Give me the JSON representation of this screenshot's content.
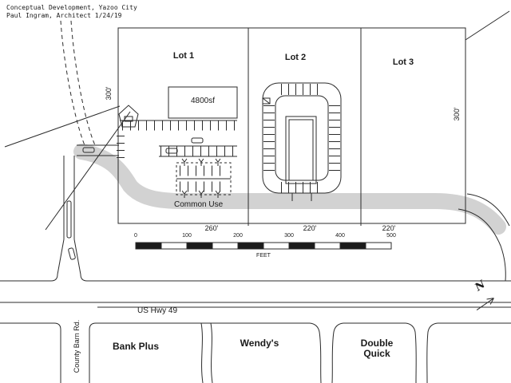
{
  "drawing": {
    "title_line1": "Conceptual Development, Yazoo City",
    "title_line2": "Paul Ingram, Architect  1/24/19"
  },
  "lots": {
    "lot1_label": "Lot 1",
    "lot2_label": "Lot 2",
    "lot3_label": "Lot 3",
    "lot1_width": "260'",
    "lot2_width": "220'",
    "lot3_width": "220'",
    "depth_left": "300'",
    "depth_right": "300'"
  },
  "building_label": "4800sf",
  "common_use_label": "Common Use",
  "scale_bar": {
    "ticks": [
      "0",
      "100",
      "200",
      "300",
      "400",
      "500"
    ],
    "unit_label": "FEET"
  },
  "roads": {
    "highway_label": "US Hwy 49",
    "cross_street_label": "County Barn Rd."
  },
  "businesses": {
    "bank": "Bank Plus",
    "restaurant": "Wendy's",
    "store": "Double Quick"
  },
  "north_arrow_label": "N",
  "colors": {
    "ink": "#1a1a1a",
    "common_use_shade": "#d2d2d2",
    "paper": "#ffffff"
  }
}
